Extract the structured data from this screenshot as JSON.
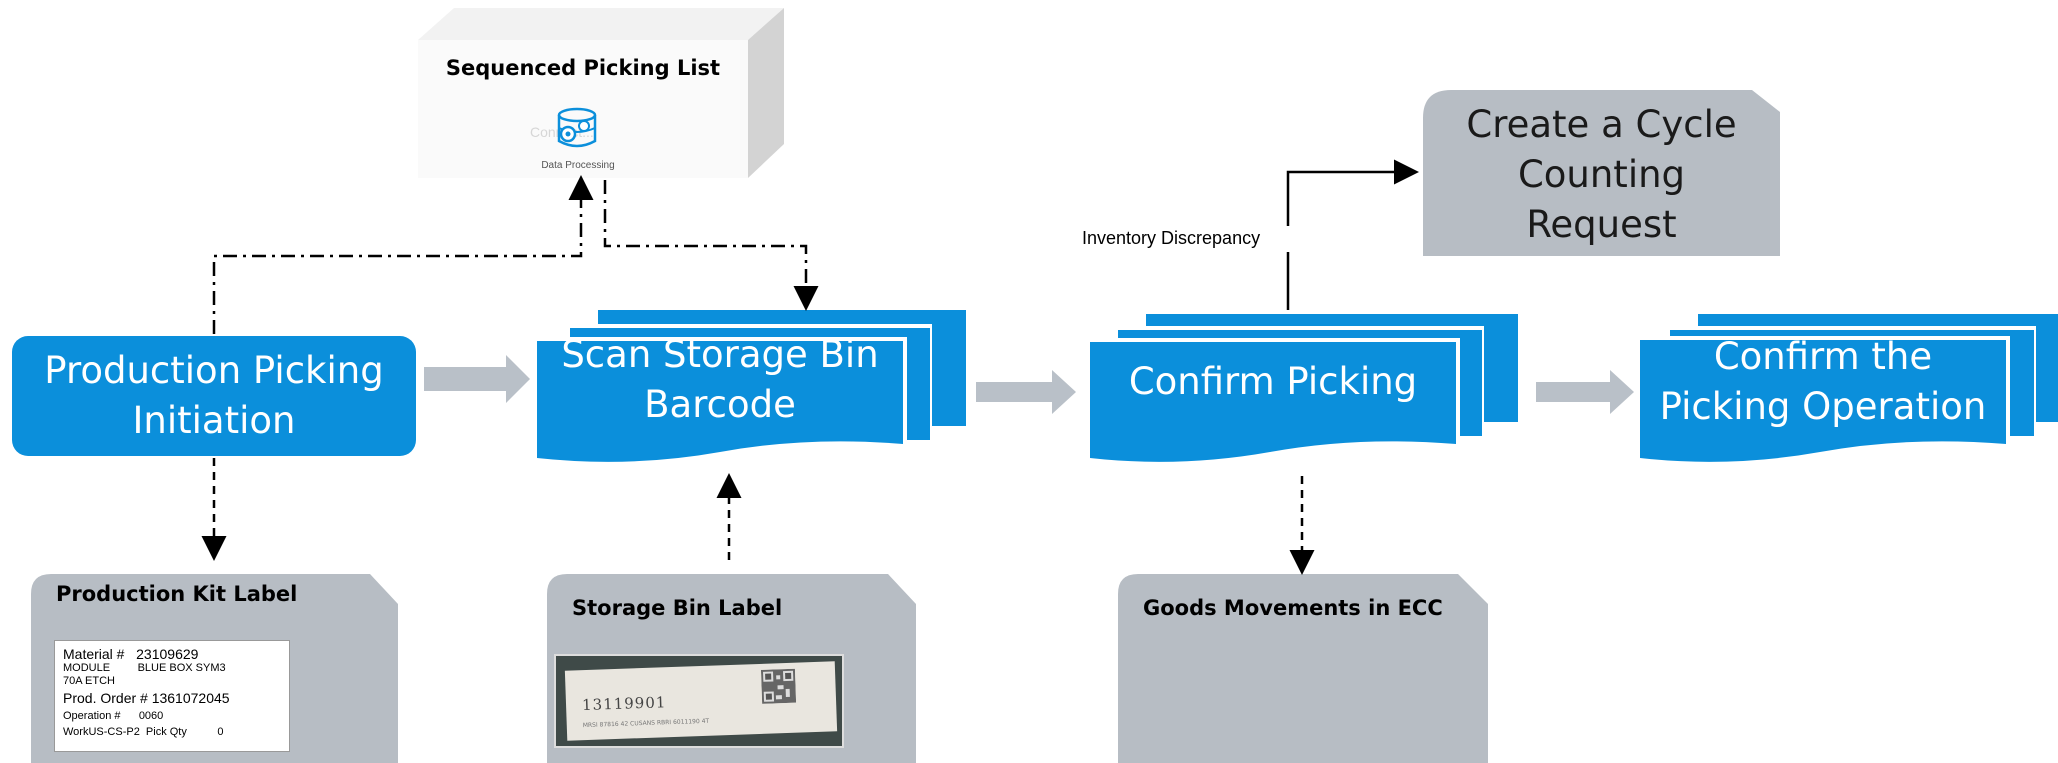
{
  "diagram": {
    "picking_list": {
      "title": "Sequenced Picking List",
      "icon_caption": "Data Processing",
      "watermark": "Connect..."
    },
    "production_picking_initiation": "Production Picking\nInitiation",
    "scan_storage_bin_barcode": "Scan Storage Bin\nBarcode",
    "confirm_picking": "Confirm Picking",
    "confirm_picking_operation": "Confirm the\nPicking Operation",
    "cycle_counting_request": "Create a Cycle\nCounting\nRequest",
    "inventory_discrepancy": "Inventory Discrepancy",
    "production_kit_label": {
      "title": "Production Kit Label",
      "lines": [
        "Material #   23109629",
        "MODULE         BLUE BOX SYM3",
        "70A ETCH",
        "Prod. Order # 1361072045",
        "Operation #      0060",
        "WorkUS-CS-P2  Pick Qty          0"
      ]
    },
    "storage_bin_label": {
      "title": "Storage Bin Label",
      "barcode_number": "13119901",
      "barcode_subtext": "MRSI 87816 42   CUSANS  RBRI 6011190 4T"
    },
    "goods_movements": {
      "title": "Goods Movements in ECC"
    }
  },
  "colors": {
    "blue": "#0B8FDB",
    "gray": "#B7BDC4",
    "arrow_gray": "#B9C0C8"
  }
}
